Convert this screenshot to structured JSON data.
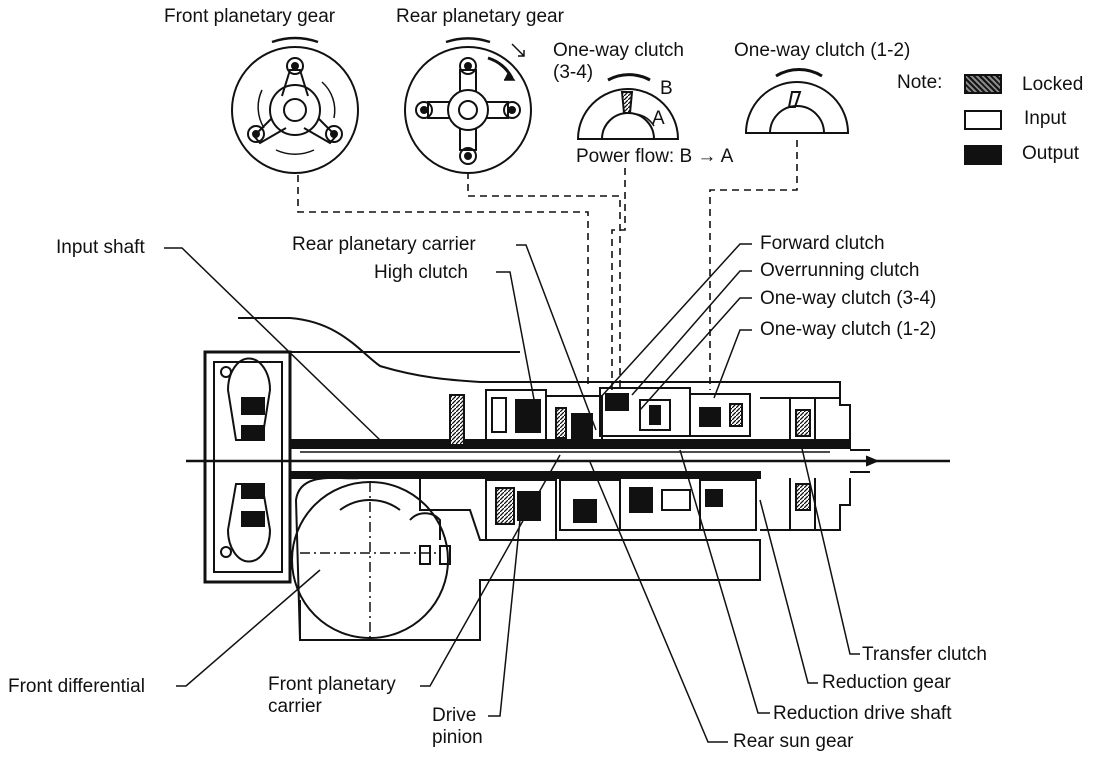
{
  "top_labels": {
    "front_planetary_gear": "Front planetary gear",
    "rear_planetary_gear": "Rear planetary gear",
    "one_way_clutch_34": "One-way clutch\n(3-4)",
    "one_way_clutch_12": "One-way clutch (1-2)",
    "point_a": "A",
    "point_b": "B",
    "power_flow": "Power flow: B → A"
  },
  "legend": {
    "note": "Note:",
    "items": [
      {
        "label": "Locked"
      },
      {
        "label": "Input"
      },
      {
        "label": "Output"
      }
    ]
  },
  "callouts": {
    "input_shaft": "Input shaft",
    "rear_planetary_carrier": "Rear planetary carrier",
    "high_clutch": "High clutch",
    "forward_clutch": "Forward clutch",
    "overrunning_clutch": "Overrunning clutch",
    "one_way_clutch_34": "One-way clutch (3-4)",
    "one_way_clutch_12": "One-way clutch (1-2)",
    "transfer_clutch": "Transfer clutch",
    "reduction_gear": "Reduction gear",
    "reduction_drive_shaft": "Reduction drive shaft",
    "rear_sun_gear": "Rear sun gear",
    "front_differential": "Front differential",
    "front_planetary_carrier": "Front planetary\ncarrier",
    "drive_pinion": "Drive\npinion"
  }
}
